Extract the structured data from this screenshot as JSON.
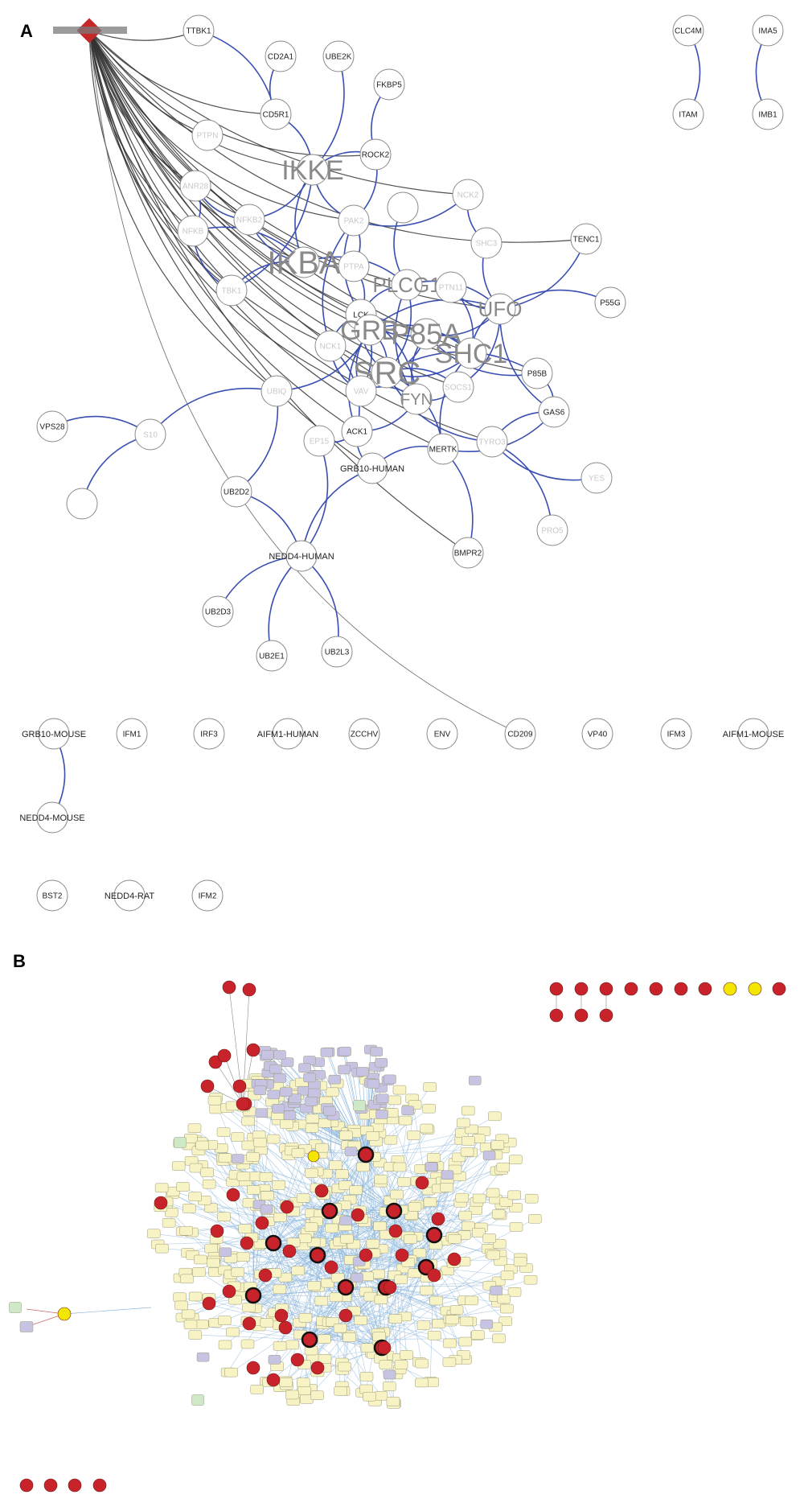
{
  "panels": {
    "a": {
      "label": "A"
    },
    "b": {
      "label": "B"
    }
  },
  "colors": {
    "ppi_edge": "#3a4fb0",
    "virus_edge": "#333333",
    "node_stroke": "#8a8a8a",
    "hub_fill": "#c62828",
    "red_node": "#c8232a",
    "yellow_node": "#f3e600",
    "cream_box": "#f7f3c4",
    "lavender_box": "#c7c3e3",
    "green_box": "#cfe8c8",
    "b_edge": "#8fb8dd"
  },
  "panel_a": {
    "hub": {
      "label": "",
      "shape": "diamond"
    },
    "nodes": [
      {
        "id": "TTBK1",
        "label": "TTBK1",
        "style": "normal"
      },
      {
        "id": "CD2A1",
        "label": "CD2A1",
        "style": "normal"
      },
      {
        "id": "UBE2K",
        "label": "UBE2K",
        "style": "normal"
      },
      {
        "id": "FKBP5",
        "label": "FKBP5",
        "style": "normal"
      },
      {
        "id": "CD5R1",
        "label": "CD5R1",
        "style": "normal"
      },
      {
        "id": "PTPN",
        "label": "PTPN",
        "style": "faded"
      },
      {
        "id": "IKKE",
        "label": "IKKE",
        "style": "big"
      },
      {
        "id": "ROCK2",
        "label": "ROCK2",
        "style": "normal"
      },
      {
        "id": "ANR28",
        "label": "ANR28",
        "style": "faded"
      },
      {
        "id": "NFKB2",
        "label": "NFKB2",
        "style": "faded"
      },
      {
        "id": "PAK2",
        "label": "PAK2",
        "style": "faded"
      },
      {
        "id": "BLANK1",
        "label": "",
        "style": "normal"
      },
      {
        "id": "NCK2",
        "label": "NCK2",
        "style": "faded"
      },
      {
        "id": "NFKB",
        "label": "NFKB",
        "style": "faded"
      },
      {
        "id": "IKBA",
        "label": "IKBA",
        "style": "big"
      },
      {
        "id": "SHC3",
        "label": "SHC3",
        "style": "faded"
      },
      {
        "id": "TENC1",
        "label": "TENC1",
        "style": "normal"
      },
      {
        "id": "PTPA",
        "label": "PTPA",
        "style": "faded"
      },
      {
        "id": "TBK1",
        "label": "TBK1",
        "style": "faded"
      },
      {
        "id": "PLCG1",
        "label": "PLCG1",
        "style": "big"
      },
      {
        "id": "PTN11",
        "label": "PTN11",
        "style": "faded"
      },
      {
        "id": "UFO",
        "label": "UFO",
        "style": "big"
      },
      {
        "id": "P55G",
        "label": "P55G",
        "style": "normal"
      },
      {
        "id": "LCK",
        "label": "LCK",
        "style": "normal"
      },
      {
        "id": "GRB2",
        "label": "GRB",
        "style": "big"
      },
      {
        "id": "P85A",
        "label": "P85A",
        "style": "big"
      },
      {
        "id": "NCK1",
        "label": "NCK1",
        "style": "faded"
      },
      {
        "id": "SHC1",
        "label": "SHC1",
        "style": "big"
      },
      {
        "id": "SRC",
        "label": "SRC",
        "style": "big"
      },
      {
        "id": "P85B",
        "label": "P85B",
        "style": "normal"
      },
      {
        "id": "UBIQ",
        "label": "UBIQ",
        "style": "faded"
      },
      {
        "id": "VAV",
        "label": "VAV",
        "style": "faded"
      },
      {
        "id": "FYN",
        "label": "FYN",
        "style": "big"
      },
      {
        "id": "SOCS1",
        "label": "SOCS1",
        "style": "faded"
      },
      {
        "id": "GAS6",
        "label": "GAS6",
        "style": "normal"
      },
      {
        "id": "VPS28",
        "label": "VPS28",
        "style": "normal"
      },
      {
        "id": "S10",
        "label": "S10",
        "style": "faded"
      },
      {
        "id": "ACK1",
        "label": "ACK1",
        "style": "normal"
      },
      {
        "id": "EP15",
        "label": "EP15",
        "style": "faded"
      },
      {
        "id": "MERTK",
        "label": "MERTK",
        "style": "normal"
      },
      {
        "id": "TYRO3",
        "label": "TYRO3",
        "style": "faded"
      },
      {
        "id": "YES",
        "label": "YES",
        "style": "faded"
      },
      {
        "id": "GRB10H",
        "label": "GRB10-HUMAN",
        "style": "normal"
      },
      {
        "id": "BLANK2",
        "label": "",
        "style": "normal"
      },
      {
        "id": "UB2D2",
        "label": "UB2D2",
        "style": "normal"
      },
      {
        "id": "PRO5",
        "label": "PRO5",
        "style": "faded"
      },
      {
        "id": "NEDD4H",
        "label": "NEDD4-HUMAN",
        "style": "normal"
      },
      {
        "id": "BMPR2",
        "label": "BMPR2",
        "style": "normal"
      },
      {
        "id": "UB2D3",
        "label": "UB2D3",
        "style": "normal"
      },
      {
        "id": "UB2L3",
        "label": "UB2L3",
        "style": "normal"
      },
      {
        "id": "UB2E1",
        "label": "UB2E1",
        "style": "normal"
      },
      {
        "id": "CLC4M",
        "label": "CLC4M",
        "style": "normal"
      },
      {
        "id": "ITAM",
        "label": "ITAM",
        "style": "normal"
      },
      {
        "id": "IMA5",
        "label": "IMA5",
        "style": "normal"
      },
      {
        "id": "IMB1",
        "label": "IMB1",
        "style": "normal"
      },
      {
        "id": "GRB10M",
        "label": "GRB10-MOUSE",
        "style": "normal"
      },
      {
        "id": "IFM1",
        "label": "IFM1",
        "style": "normal"
      },
      {
        "id": "IRF3",
        "label": "IRF3",
        "style": "normal"
      },
      {
        "id": "AIFM1H",
        "label": "AIFM1-HUMAN",
        "style": "normal"
      },
      {
        "id": "ZCCHV",
        "label": "ZCCHV",
        "style": "normal"
      },
      {
        "id": "ENV",
        "label": "ENV",
        "style": "normal"
      },
      {
        "id": "CD209",
        "label": "CD209",
        "style": "normal"
      },
      {
        "id": "VP40",
        "label": "VP40",
        "style": "normal"
      },
      {
        "id": "IFM3",
        "label": "IFM3",
        "style": "normal"
      },
      {
        "id": "AIFM1M",
        "label": "AIFM1-MOUSE",
        "style": "normal"
      },
      {
        "id": "NEDD4M",
        "label": "NEDD4-MOUSE",
        "style": "normal"
      },
      {
        "id": "BST2",
        "label": "BST2",
        "style": "normal"
      },
      {
        "id": "NEDD4R",
        "label": "NEDD4-RAT",
        "style": "normal"
      },
      {
        "id": "IFM2",
        "label": "IFM2",
        "style": "normal"
      }
    ]
  }
}
